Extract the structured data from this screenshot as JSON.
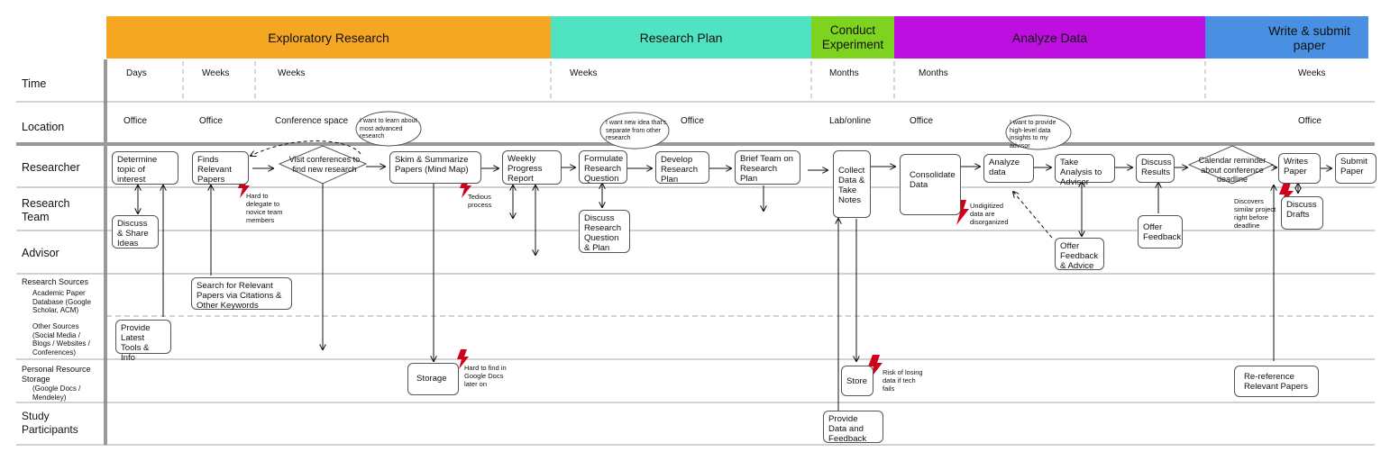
{
  "phases": [
    {
      "label": "Exploratory Research",
      "color": "#f5a623"
    },
    {
      "label": "Research Plan",
      "color": "#50e3c2"
    },
    {
      "label": "Conduct Experiment",
      "color": "#7ed321"
    },
    {
      "label": "Analyze Data",
      "color": "#bd10e0"
    },
    {
      "label": "Write & submit paper",
      "color": "#4a90e2"
    }
  ],
  "rows": {
    "time": "Time",
    "location": "Location",
    "researcher": "Researcher",
    "research_team": "Research Team",
    "advisor": "Advisor",
    "research_sources": "Research Sources",
    "academic_db": "Academic Paper Database (Google Scholar, ACM)",
    "other_sources": "Other Sources (Social Media / Blogs / Websites / Conferences)",
    "personal_storage": "Personal Resource Storage",
    "personal_storage_sub": "(Google Docs / Mendeley)",
    "study_participants": "Study Participants"
  },
  "time": [
    "Days",
    "Weeks",
    "Weeks",
    "Weeks",
    "Months",
    "Months",
    "Weeks"
  ],
  "location": [
    "Office",
    "Office",
    "Conference space",
    "Office",
    "Lab/online",
    "Office",
    "Office"
  ],
  "steps": {
    "determine_topic": "Determine topic of interest",
    "finds_papers": "Finds Relevant Papers",
    "visit_conferences": "Visit conferences to find new research",
    "skim_summarize": "Skim & Summarize Papers (Mind Map)",
    "weekly_report": "Weekly Progress Report",
    "formulate_question": "Formulate Research Question",
    "develop_plan": "Develop Research Plan",
    "brief_team": "Brief Team on Research Plan",
    "collect_data": "Collect Data & Take Notes",
    "consolidate_data": "Consolidate Data",
    "analyze_data": "Analyze data",
    "take_analysis": "Take Analysis to Advisor",
    "discuss_results": "Discuss Results",
    "calendar_reminder": "Calendar reminder about conference deadline",
    "writes_paper": "Writes Paper",
    "submit_paper": "Submit Paper",
    "discuss_share": "Discuss & Share Ideas",
    "discuss_question": "Discuss Research Question & Plan",
    "offer_feedback_advice": "Offer Feedback & Advice",
    "offer_feedback": "Offer Feedback",
    "discuss_drafts": "Discuss Drafts",
    "search_citations": "Search for Relevant Papers via Citations & Other Keywords",
    "latest_tools": "Provide Latest Tools & Info",
    "storage": "Storage",
    "store": "Store",
    "re_reference": "Re-reference Relevant Papers",
    "provide_data": "Provide Data and Feedback"
  },
  "pain_points": {
    "delegate": "Hard to delegate to novice team members",
    "tedious": "Tedious process",
    "hard_find": "Hard to find in Google Docs later on",
    "risk_losing": "Risk of losing data if tech fails",
    "undigitized": "Undigitized data are disorganized",
    "discovers": "Discovers similar project right before deadline"
  },
  "thoughts": {
    "learn": "I want to learn about most advanced research",
    "new_idea": "I want new idea that's separate from other research",
    "provide_insights": "I want to provide high-level data insights to my advisor"
  },
  "colors": {
    "pain": "#d0021b",
    "divider": "#999999",
    "border": "#555555"
  }
}
